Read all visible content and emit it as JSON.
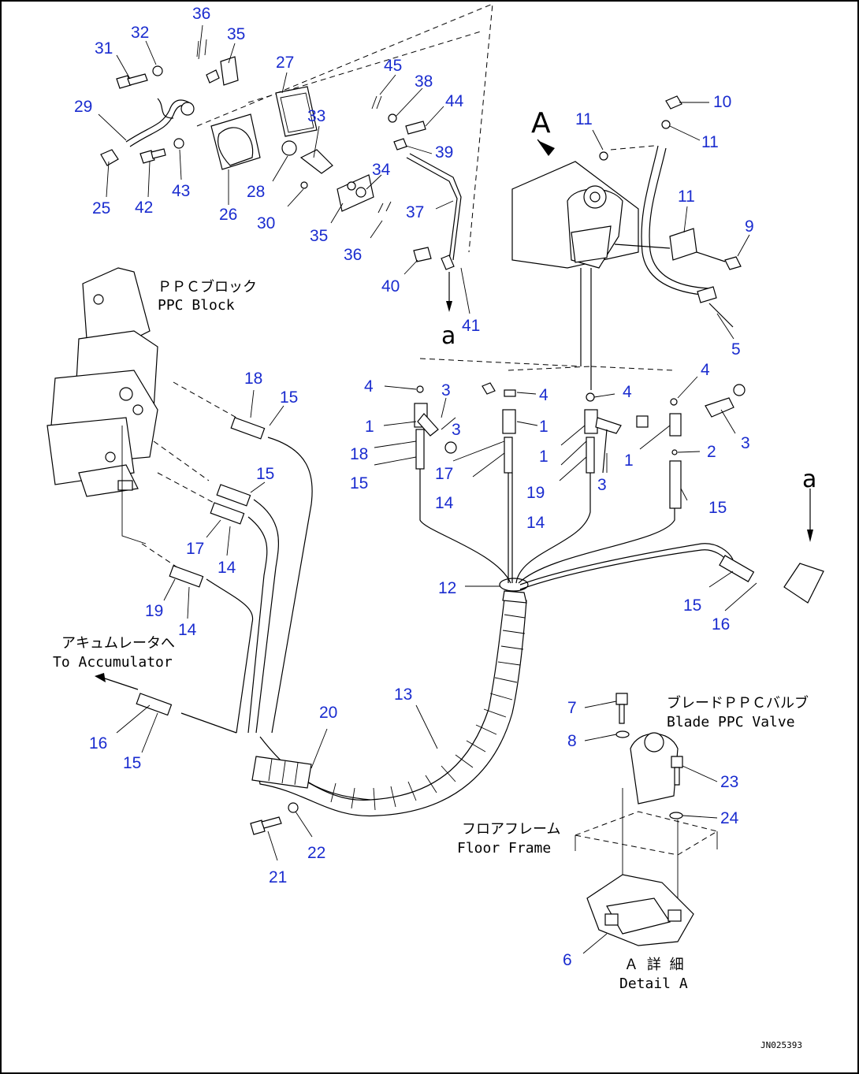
{
  "drawing_code": "JN025393",
  "section_letters": {
    "view_a": "A",
    "arrow_a_top": "a",
    "arrow_a_right": "a"
  },
  "captions": {
    "ppc_block_jp": "ＰＰＣブロック",
    "ppc_block_en": "PPC Block",
    "accumulator_jp": "アキュムレータへ",
    "accumulator_en": "To Accumulator",
    "blade_ppc_jp": "ブレードＰＰＣバルブ",
    "blade_ppc_en": "Blade PPC Valve",
    "floor_frame_jp": "フロアフレーム",
    "floor_frame_en": "Floor Frame",
    "detail_a_jp": "Ａ 詳 細",
    "detail_a_en": "Detail A"
  },
  "callouts": [
    {
      "id": "c31",
      "label": "31"
    },
    {
      "id": "c32",
      "label": "32"
    },
    {
      "id": "c36a",
      "label": "36"
    },
    {
      "id": "c35a",
      "label": "35"
    },
    {
      "id": "c27",
      "label": "27"
    },
    {
      "id": "c45",
      "label": "45"
    },
    {
      "id": "c38",
      "label": "38"
    },
    {
      "id": "c44",
      "label": "44"
    },
    {
      "id": "c29",
      "label": "29"
    },
    {
      "id": "c33",
      "label": "33"
    },
    {
      "id": "c39",
      "label": "39"
    },
    {
      "id": "c34",
      "label": "34"
    },
    {
      "id": "c25",
      "label": "25"
    },
    {
      "id": "c42",
      "label": "42"
    },
    {
      "id": "c43",
      "label": "43"
    },
    {
      "id": "c26",
      "label": "26"
    },
    {
      "id": "c28",
      "label": "28"
    },
    {
      "id": "c30",
      "label": "30"
    },
    {
      "id": "c35b",
      "label": "35"
    },
    {
      "id": "c36b",
      "label": "36"
    },
    {
      "id": "c37",
      "label": "37"
    },
    {
      "id": "c40",
      "label": "40"
    },
    {
      "id": "c41",
      "label": "41"
    },
    {
      "id": "c11a",
      "label": "11"
    },
    {
      "id": "c10",
      "label": "10"
    },
    {
      "id": "c11b",
      "label": "11"
    },
    {
      "id": "c11c",
      "label": "11"
    },
    {
      "id": "c9",
      "label": "9"
    },
    {
      "id": "c5",
      "label": "5"
    },
    {
      "id": "c18a",
      "label": "18"
    },
    {
      "id": "c15a",
      "label": "15"
    },
    {
      "id": "c15b",
      "label": "15"
    },
    {
      "id": "c17a",
      "label": "17"
    },
    {
      "id": "c14a",
      "label": "14"
    },
    {
      "id": "c19a",
      "label": "19"
    },
    {
      "id": "c14b",
      "label": "14"
    },
    {
      "id": "c4a",
      "label": "4"
    },
    {
      "id": "c3a",
      "label": "3"
    },
    {
      "id": "c1a",
      "label": "1"
    },
    {
      "id": "c18b",
      "label": "18"
    },
    {
      "id": "c15c",
      "label": "15"
    },
    {
      "id": "c3b",
      "label": "3"
    },
    {
      "id": "c17b",
      "label": "17"
    },
    {
      "id": "c14c",
      "label": "14"
    },
    {
      "id": "c4b",
      "label": "4"
    },
    {
      "id": "c1b",
      "label": "1"
    },
    {
      "id": "c1c",
      "label": "1"
    },
    {
      "id": "c4c",
      "label": "4"
    },
    {
      "id": "c19b",
      "label": "19"
    },
    {
      "id": "c3c",
      "label": "3"
    },
    {
      "id": "c14d",
      "label": "14"
    },
    {
      "id": "c4d",
      "label": "4"
    },
    {
      "id": "c3d",
      "label": "3"
    },
    {
      "id": "c1d",
      "label": "1"
    },
    {
      "id": "c2",
      "label": "2"
    },
    {
      "id": "c15d",
      "label": "15"
    },
    {
      "id": "c12",
      "label": "12"
    },
    {
      "id": "c15e",
      "label": "15"
    },
    {
      "id": "c16a",
      "label": "16"
    },
    {
      "id": "c13",
      "label": "13"
    },
    {
      "id": "c20",
      "label": "20"
    },
    {
      "id": "c16b",
      "label": "16"
    },
    {
      "id": "c15f",
      "label": "15"
    },
    {
      "id": "c21",
      "label": "21"
    },
    {
      "id": "c22",
      "label": "22"
    },
    {
      "id": "c7",
      "label": "7"
    },
    {
      "id": "c8",
      "label": "8"
    },
    {
      "id": "c23",
      "label": "23"
    },
    {
      "id": "c24",
      "label": "24"
    },
    {
      "id": "c6",
      "label": "6"
    }
  ]
}
